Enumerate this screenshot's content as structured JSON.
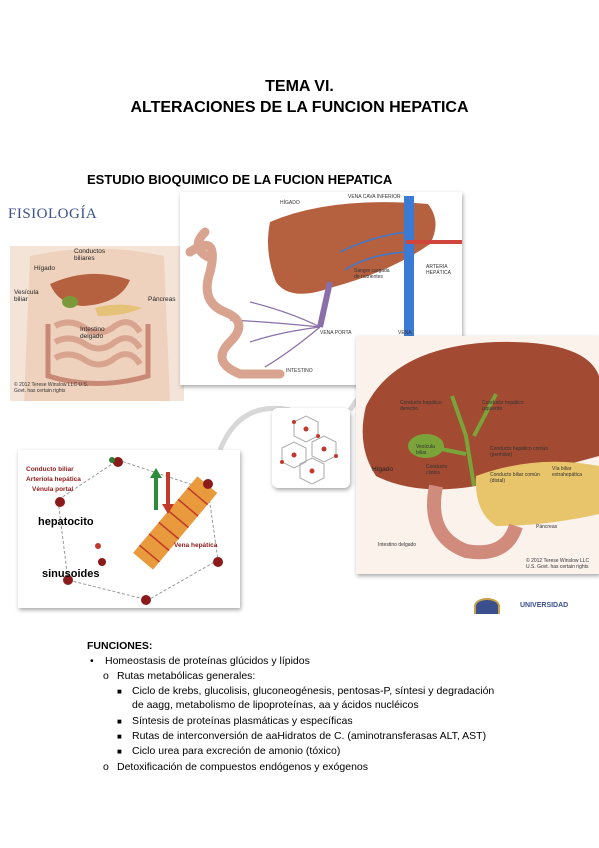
{
  "heading": {
    "line1": "TEMA VI.",
    "line2": "ALTERACIONES DE LA FUNCION HEPATICA"
  },
  "subtitle": "ESTUDIO BIOQUIMICO DE LA FUCION HEPATICA",
  "figure": {
    "fisiologia_logo": "FISIOLOGÍA",
    "panel_digestive": {
      "labels": [
        "Conductos biliares",
        "Hígado",
        "Vesícula biliar",
        "Páncreas",
        "Intestino delgado"
      ],
      "copyright": "© 2012 Terese Winslow LLC U.S. Govt. has certain rights"
    },
    "panel_portal": {
      "labels": [
        "HÍGADO",
        "VENA CAVA INFERIOR",
        "ARTERIA HEPÁTICA",
        "Sangre cargada de nutrientes",
        "VENA PORTA",
        "VENA HEPÁTICA",
        "INTESTINO"
      ]
    },
    "panel_lobule": {
      "labels": [
        "Conducto biliar",
        "Arteriola hepática",
        "Vénula portal",
        "hepatocito",
        "Vena hepática",
        "sinusoides"
      ]
    },
    "panel_biliary": {
      "labels": [
        "Conducto hepático derecho",
        "Conducto hepático izquierdo",
        "Vesícula biliar",
        "Conducto cístico",
        "Conducto hepático común (perihiliar)",
        "Conducto biliar común (distal)",
        "Vía biliar extrahepática",
        "Hígado",
        "Páncreas",
        "Intestino delgado"
      ],
      "copyright": "© 2012 Terese Winslow LLC U.S. Govt. has certain rights"
    },
    "university_label": "UNIVERSIDAD"
  },
  "funciones": {
    "heading": "FUNCIONES:",
    "bullet1": "Homeostasis de proteínas glúcidos y lípidos",
    "sub1": "Rutas metabólicas generales:",
    "sub1_items": [
      "Ciclo de krebs, glucolisis, gluconeogénesis, pentosas-P, síntesi y degradación",
      "de aagg, metabolismo de lipoproteínas, aa y ácidos nucléicos",
      "Síntesis de proteínas plasmáticas y específicas",
      "Rutas de interconversión de aaHidratos de C. (aminotransferasas ALT, AST)",
      "Ciclo urea para excreción de amonio (tóxico)"
    ],
    "sub2": "Detoxificación de compuestos endógenos y exógenos"
  },
  "colors": {
    "liver": "#a0522d",
    "vein_blue": "#3a7bd5",
    "artery_red": "#d0463c",
    "gallbladder": "#6b8e23",
    "pancreas": "#e8c46a"
  }
}
